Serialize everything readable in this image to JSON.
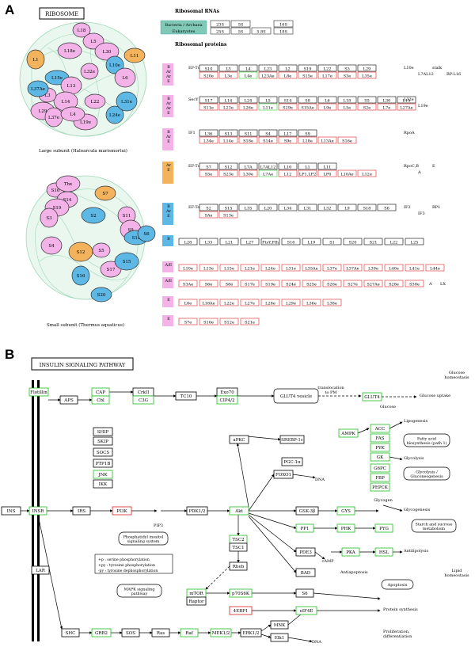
{
  "panel_a": {
    "letter": "A",
    "ribosome_title": "RIBOSOME",
    "large_subunit_caption": "Large subunit (Haloarcula marismortui)",
    "small_subunit_caption": "Small subunit (Thermus aquaticus)",
    "rrna_header": "Ribosomal RNAs",
    "rrna_bacteria_label": "Bacteria / Archaea",
    "rrna_eukaryotes_label": "Eukaryotes",
    "rrna_row1": [
      "23S",
      "5S",
      "16S"
    ],
    "rrna_row2": [
      "25S",
      "5S",
      "5.8S",
      "18S"
    ],
    "rprot_header": "Ribosomal proteins",
    "blobs_large": [
      {
        "label": "L18",
        "color": "pink"
      },
      {
        "label": "L5",
        "color": "pink"
      },
      {
        "label": "L30",
        "color": "pink"
      },
      {
        "label": "L1",
        "color": "orange"
      },
      {
        "label": "L11",
        "color": "orange"
      },
      {
        "label": "L18e",
        "color": "pink"
      },
      {
        "label": "L10e",
        "color": "blue"
      },
      {
        "label": "L6",
        "color": "pink"
      },
      {
        "label": "L15e",
        "color": "blue"
      },
      {
        "label": "L32e",
        "color": "pink"
      },
      {
        "label": "L13",
        "color": "pink"
      },
      {
        "label": "L14",
        "color": "pink"
      },
      {
        "label": "L3",
        "color": "pink"
      },
      {
        "label": "L37Ae",
        "color": "blue"
      },
      {
        "label": "L29",
        "color": "pink"
      },
      {
        "label": "L37e",
        "color": "pink"
      },
      {
        "label": "L22",
        "color": "pink"
      },
      {
        "label": "L19e",
        "color": "pink"
      },
      {
        "label": "L24e",
        "color": "blue"
      },
      {
        "label": "L31e",
        "color": "blue"
      },
      {
        "label": "L4",
        "color": "pink"
      }
    ],
    "blobs_small": [
      {
        "label": "S10",
        "color": "pink"
      },
      {
        "label": "S14",
        "color": "pink"
      },
      {
        "label": "S19",
        "color": "pink"
      },
      {
        "label": "S3",
        "color": "pink"
      },
      {
        "label": "S7",
        "color": "orange"
      },
      {
        "label": "S2",
        "color": "blue"
      },
      {
        "label": "S11",
        "color": "pink"
      },
      {
        "label": "S9",
        "color": "pink"
      },
      {
        "label": "S18",
        "color": "blue"
      },
      {
        "label": "S6",
        "color": "blue"
      },
      {
        "label": "S4",
        "color": "pink"
      },
      {
        "label": "S12",
        "color": "orange"
      },
      {
        "label": "S5",
        "color": "pink"
      },
      {
        "label": "S17",
        "color": "pink"
      },
      {
        "label": "S15",
        "color": "blue"
      },
      {
        "label": "S16",
        "color": "blue"
      },
      {
        "label": "S20",
        "color": "blue"
      },
      {
        "label": "Thx",
        "color": "pink"
      }
    ],
    "rows": [
      {
        "tags": [
          "B",
          "Ar",
          "Ar",
          "E"
        ],
        "tag_color": "pink",
        "text": [
          "EF-Tu",
          "L10e",
          "L7AL12",
          "stalk",
          "RP-L16"
        ],
        "row1": [
          "S10",
          "L3",
          "L4",
          "L23",
          "L2",
          "S19",
          "L22",
          "S3",
          "L29"
        ],
        "row2": [
          "S20e",
          "L3e",
          "L4e",
          "L23Ae",
          "L8e",
          "S15e",
          "L17e",
          "S3e",
          "L35e"
        ]
      },
      {
        "tags": [
          "B",
          "Ar",
          "Ar",
          "E"
        ],
        "tag_color": "pink",
        "text": [
          "SecY",
          "L32e",
          "L19e"
        ],
        "row1": [
          "S17",
          "L14",
          "L24",
          "L5",
          "S14",
          "S8",
          "L6",
          "L18",
          "S5",
          "L30",
          "L15"
        ],
        "row2": [
          "S11e",
          "L23e",
          "L26e",
          "L11e",
          "S29e",
          "S15Ae",
          "L9e",
          "L5e",
          "S2e",
          "L7e",
          "L27Ae"
        ]
      },
      {
        "tags": [
          "B",
          "Ar",
          "E"
        ],
        "tag_color": "pink",
        "text": [
          "IF1",
          "RpoA"
        ],
        "row1": [
          "L36",
          "S13",
          "S11",
          "S4",
          "L17",
          "S9"
        ],
        "row2": [
          "L34e",
          "L14e",
          "S18e",
          "S14e",
          "S9e",
          "L18e",
          "L13Ae",
          "S16e"
        ]
      },
      {
        "tags": [
          "Ar",
          "E"
        ],
        "tag_color": "orange",
        "text": [
          "EF-Tu,G",
          "RpoC,B",
          "A",
          "E"
        ],
        "row1": [
          "S7",
          "S12",
          "L7A",
          "L7AL12",
          "L10",
          "L1",
          "L11"
        ],
        "row2": [
          "S5e",
          "S23e",
          "L30e",
          "L7Ae",
          "L12",
          "LP1,LP2",
          "LP0",
          "L10Ae",
          "L12e"
        ]
      },
      {
        "tags": [
          "B",
          "Ar",
          "E"
        ],
        "tag_color": "blue",
        "text": [
          "EF-Ts",
          "IF2",
          "IF3",
          "RP1"
        ],
        "row1": [
          "S2",
          "S15",
          "L35",
          "L20",
          "L34",
          "L31",
          "L32",
          "L9",
          "S18",
          "S6"
        ],
        "row2": [
          "SAe",
          "S13e"
        ]
      }
    ],
    "row_b": {
      "tag": "B",
      "items": [
        "L28",
        "L33",
        "L21",
        "L27",
        "FtsY,Ffh",
        "S16",
        "L19",
        "S1",
        "S20",
        "S21",
        "L22",
        "L25"
      ]
    },
    "row_ae": {
      "tag": "A/E",
      "items": [
        "L10e",
        "L13e",
        "L15e",
        "L21e",
        "L24e",
        "L31e",
        "L35Ae",
        "L37e",
        "L37Ae",
        "L39e",
        "L40e",
        "L41e",
        "L44e"
      ]
    },
    "row_ae2": {
      "tag": "A/E",
      "items": [
        "S3Ae",
        "S6e",
        "S8e",
        "S17e",
        "S19e",
        "S24e",
        "S25e",
        "S26e",
        "S27e",
        "S27Ae",
        "S28e",
        "S30e"
      ],
      "suffix": "A",
      "suffix2": "LX"
    },
    "row_e1": {
      "tag": "E",
      "items": [
        "L6e",
        "L18Ae",
        "L22e",
        "L27e",
        "L28e",
        "L29e",
        "L36e",
        "L38e"
      ]
    },
    "row_e2": {
      "tag": "E",
      "items": [
        "S7e",
        "S10e",
        "S12e",
        "S21e"
      ]
    }
  },
  "panel_b": {
    "letter": "B",
    "title": "INSULIN SIGNALING PATHWAY",
    "nodes": {
      "ins": "INS",
      "insr": "INSR",
      "flotillin": "Flotillin",
      "cap": "CAP",
      "cbl": "Cbl",
      "crkii": "CrkII",
      "c3g": "C3G",
      "tc10": "TC10",
      "exo70": "Exo70",
      "cip4": "CIP4/2",
      "glut4_vesicle": "GLUT4 vesicle",
      "translocation": "translocation\nto PM",
      "glut4": "GLUT4",
      "glucose": "Glucose",
      "glucose_uptake": "Glucose uptake",
      "aps": "APS",
      "ship": "SHIP",
      "skip": "SKIP",
      "socs": "SOCS",
      "ptp1b": "PTP1B",
      "jnk": "JNK",
      "ikk": "IKK",
      "irs": "IRS",
      "pi3k": "PI3K",
      "pip3": "PIP3",
      "pdk12": "PDK1/2",
      "akt": "Akt",
      "apkc": "aPKC",
      "srebp": "SREBP-1c",
      "pgc": "PGC-1α",
      "foxo1": "FOXO1",
      "dna": "DNA",
      "ampk": "AMPK",
      "acc": "ACC",
      "fas": "FAS",
      "pyk": "PYK",
      "gk": "GK",
      "g6pc": "G6PC",
      "fbp": "FBP",
      "pepck": "PEPCK",
      "lipogenesis": "Lipogenesis",
      "fatty_acid": "Fatty acid\nbiosynthesis (path 1)",
      "glycolysis": "Glycolysis",
      "glycolysis_box": "Glycolysis /\nGluconeogenesis",
      "gsk3b": "GSK-3β",
      "gys": "GYS",
      "glycogen": "Glycogen",
      "glycogenesis": "Glycogenesis",
      "starch": "Starch and sucrose\nmetabolism",
      "pp1": "PP1",
      "phk": "PHK",
      "pyg": "PYG",
      "pde3": "PDE3",
      "camp": "cAMP",
      "pka": "PKA",
      "hsl": "HSL",
      "antilipolysis": "Antilipolysis",
      "bad": "BAD",
      "antiapoptosis": "Antiapoptosis",
      "apoptosis": "Apoptosis",
      "tsc2": "TSC2",
      "tsc1": "TSC1",
      "rheb": "Rheb",
      "mtor": "mTOR",
      "raptor": "Raptor",
      "p70s6k": "p70S6K",
      "s6": "S6",
      "4ebp1": "4EBP1",
      "eif4e": "eIF4E",
      "protein_synthesis": "Protein synthesis",
      "phosphatidyl": "Phosphatidyl inositol\nsignaling system",
      "legend1": "+p : serine phosphorylation",
      "legend2": "+py : tyrosine phosphorylation",
      "legend3": "-py : tyrosine dephosphorylation",
      "mapk": "MAPK signaling\npathway",
      "lar": "LAR",
      "shc": "SHC",
      "grb2": "GRB2",
      "sos": "SOS",
      "ras": "Ras",
      "raf": "Raf",
      "mek": "MEK1/2",
      "erk": "ERK1/2",
      "mnk": "MNK",
      "elk1": "Elk1",
      "dna2": "DNA",
      "prolif": "Proliferation,\ndifferentiation",
      "lipid": "Lipid\nhomeostasis",
      "glucose_homeo": "Glucose\nhomeostasis"
    }
  }
}
